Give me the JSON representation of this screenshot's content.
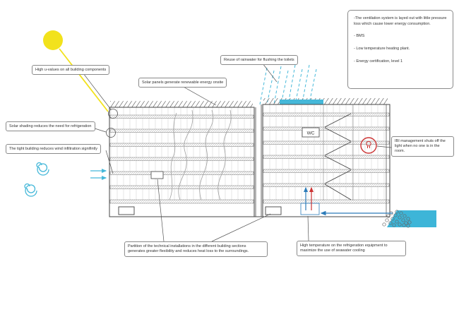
{
  "diagram": {
    "callouts": {
      "u_values": "High u-values on all building components",
      "solar_panels": "Solar panels generate renewable energy onsite",
      "rainwater": "Reuse of rainwater for flushing the toilets",
      "solar_shading": "Solar shading reduces the need for refrigeration",
      "tight_building": "The tight building reduces wind infiltration signifintly",
      "ibi": "IBI management shuts off the light when no one is in the room.",
      "partition": "Partition of the technical installations in the different building sections generates greater flexibility and reduces heat loss to the surroundings.",
      "seawater": "High temperature on the refrigeration equipment to maximize the use of seawater cooling"
    },
    "info_box": {
      "line1": "-The ventilation system is layed out with little pressure loss which cause lower energy consumption.",
      "line2": "- BMS",
      "line3": "- Low temperature heating plant.",
      "line4": "- Energy certification, level 1"
    },
    "labels": {
      "wc": "WC"
    },
    "colors": {
      "sun": "#f2e21c",
      "cyan": "#45b8d9",
      "water": "#3db5d8",
      "red": "#cc3333",
      "blue": "#2b7bb9",
      "line": "#555555"
    }
  }
}
